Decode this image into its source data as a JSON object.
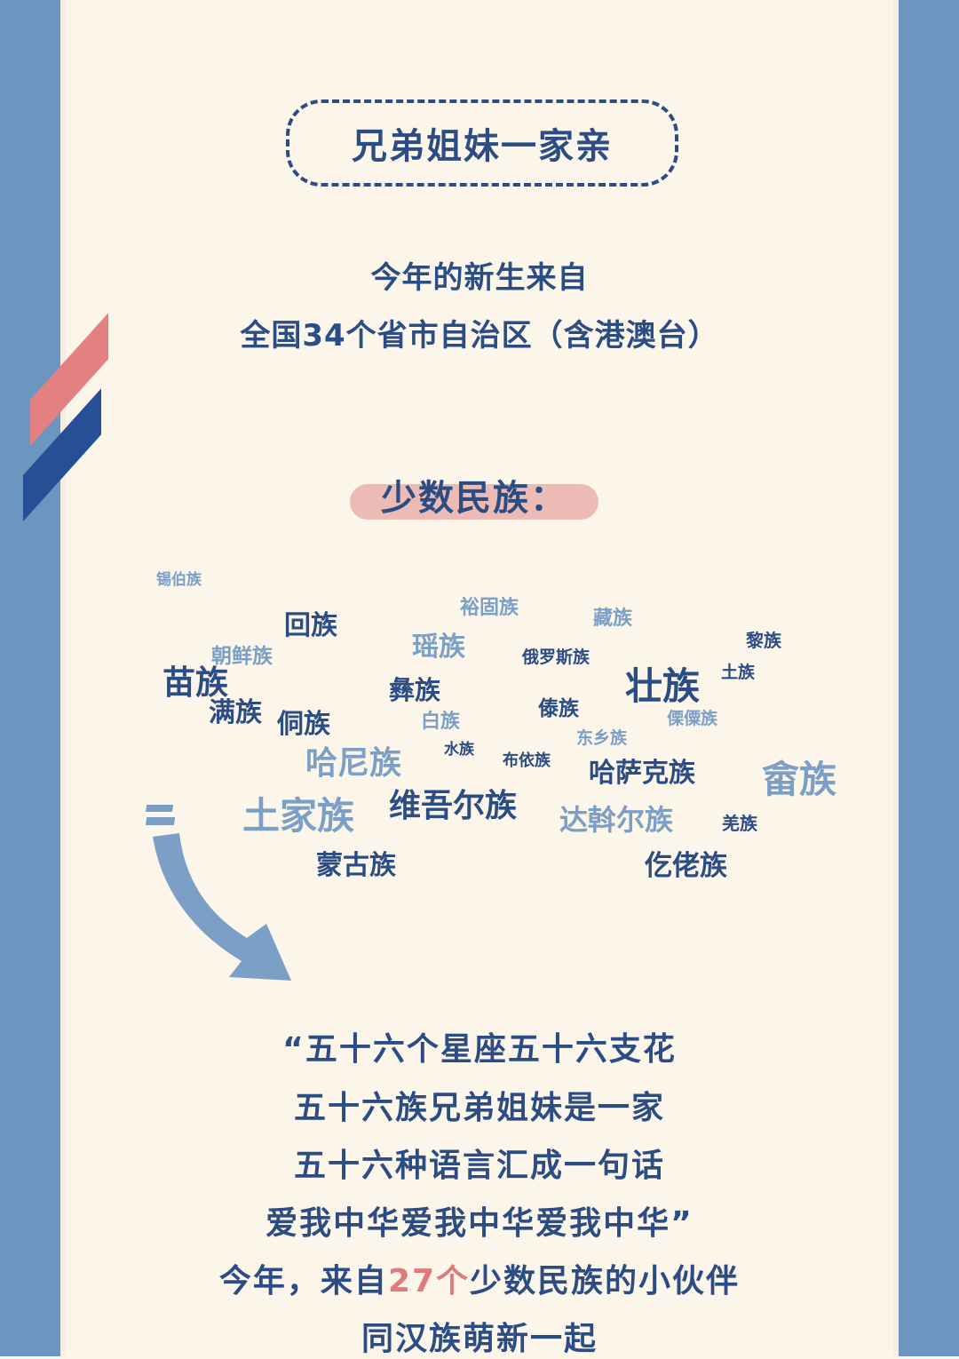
{
  "header": {
    "title": "兄弟姐妹一家亲"
  },
  "intro": {
    "line1": "今年的新生来自",
    "line2": "全国34个省市自治区（含港澳台）"
  },
  "minority": {
    "heading": "少数民族："
  },
  "ethnic_groups": [
    {
      "name": "锡伯族",
      "tone": "light"
    },
    {
      "name": "裕固族",
      "tone": "light"
    },
    {
      "name": "藏族",
      "tone": "light"
    },
    {
      "name": "回族",
      "tone": "dark"
    },
    {
      "name": "黎族",
      "tone": "dark"
    },
    {
      "name": "瑶族",
      "tone": "light"
    },
    {
      "name": "朝鲜族",
      "tone": "light"
    },
    {
      "name": "俄罗斯族",
      "tone": "dark"
    },
    {
      "name": "苗族",
      "tone": "dark"
    },
    {
      "name": "壮族",
      "tone": "dark"
    },
    {
      "name": "土族",
      "tone": "dark"
    },
    {
      "name": "彝族",
      "tone": "dark"
    },
    {
      "name": "满族",
      "tone": "dark"
    },
    {
      "name": "傣族",
      "tone": "dark"
    },
    {
      "name": "侗族",
      "tone": "dark"
    },
    {
      "name": "白族",
      "tone": "light"
    },
    {
      "name": "傈僳族",
      "tone": "light"
    },
    {
      "name": "东乡族",
      "tone": "light"
    },
    {
      "name": "水族",
      "tone": "dark"
    },
    {
      "name": "哈尼族",
      "tone": "light"
    },
    {
      "name": "布依族",
      "tone": "dark"
    },
    {
      "name": "哈萨克族",
      "tone": "dark"
    },
    {
      "name": "畲族",
      "tone": "light"
    },
    {
      "name": "土家族",
      "tone": "light"
    },
    {
      "name": "维吾尔族",
      "tone": "dark"
    },
    {
      "name": "达斡尔族",
      "tone": "light"
    },
    {
      "name": "羌族",
      "tone": "dark"
    },
    {
      "name": "蒙古族",
      "tone": "dark"
    },
    {
      "name": "仡佬族",
      "tone": "dark"
    }
  ],
  "quote": {
    "line1": "“五十六个星座五十六支花",
    "line2": "五十六族兄弟姐妹是一家",
    "line3": "五十六种语言汇成一句话",
    "line4": "爱我中华爱我中华爱我中华”",
    "line5_prefix": "今年，来自",
    "line5_highlight": "27个",
    "line5_suffix": "少数民族的小伙伴",
    "line6": "同汉族萌新一起"
  },
  "colors": {
    "background": "#fbf5ea",
    "side_band": "#6c95bf",
    "primary_text": "#2c4c84",
    "light_text": "#7c9fc5",
    "highlight": "#e07b7b",
    "pill": "#ecbbb5",
    "stripe_red": "#e38182",
    "stripe_blue": "#254f97"
  },
  "decor": {
    "arrow": "curved-arrow-icon"
  }
}
